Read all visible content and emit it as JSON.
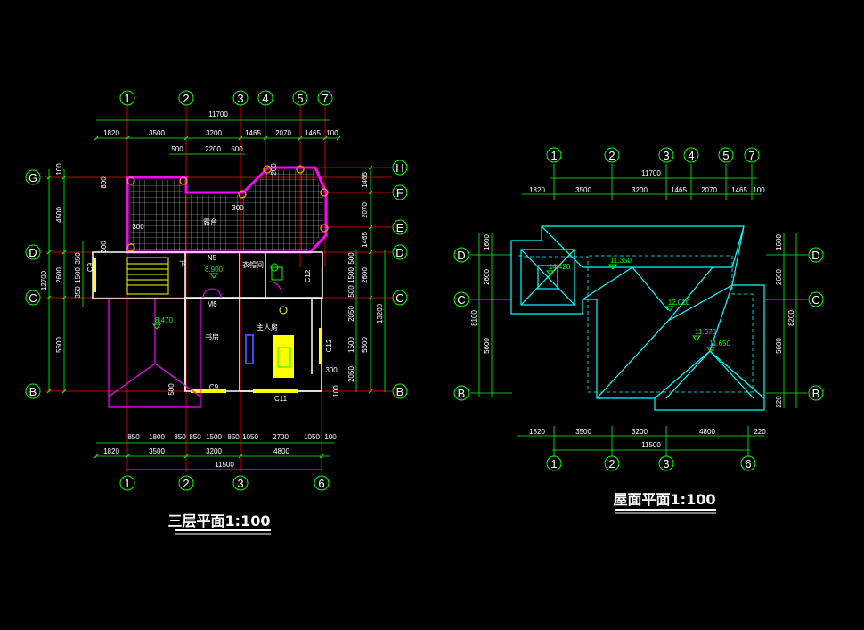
{
  "left_plan": {
    "title": "三层平面1:100",
    "top_axes": [
      "1",
      "2",
      "3",
      "4",
      "5",
      "7"
    ],
    "bottom_axes": [
      "1",
      "2",
      "3",
      "6"
    ],
    "row_axes_left": [
      "G",
      "D",
      "C",
      "B"
    ],
    "row_axes_right": [
      "H",
      "F",
      "E",
      "D",
      "C",
      "B"
    ],
    "top_overall": "11700",
    "top_dims": [
      "1820",
      "3500",
      "3200",
      "1465",
      "2070",
      "1465",
      "100"
    ],
    "top_dims2": [
      "500",
      "2200",
      "500"
    ],
    "bottom_dims1": [
      "850",
      "1800",
      "850",
      "850",
      "1500",
      "850",
      "1050",
      "2700",
      "1050",
      "100"
    ],
    "bottom_dims2": [
      "1820",
      "3500",
      "3200",
      "4800"
    ],
    "bottom_overall": "11500",
    "left_overall": "12700",
    "left_dims": [
      "100",
      "4500",
      "2600",
      "5600"
    ],
    "left_small": [
      "800",
      "300",
      "350",
      "1500",
      "350",
      "C9"
    ],
    "right_overall": "13200",
    "right_dims": [
      "1465",
      "2070",
      "1465",
      "2600",
      "5600"
    ],
    "right_small": [
      "500",
      "1500",
      "500",
      "2050",
      "1500",
      "2050",
      "100"
    ],
    "rooms": [
      "露台",
      "衣帽间",
      "书房",
      "主人房",
      "下"
    ],
    "labels": [
      "N5",
      "M6",
      "C9",
      "C11",
      "C12",
      "C12",
      "300",
      "300",
      "500",
      "200",
      "300"
    ],
    "levels": [
      "8.900",
      "8.470"
    ]
  },
  "right_plan": {
    "title": "屋面平面1:100",
    "top_axes": [
      "1",
      "2",
      "3",
      "4",
      "5",
      "7"
    ],
    "bottom_axes": [
      "1",
      "2",
      "3",
      "6"
    ],
    "row_axes_left": [
      "D",
      "C",
      "B"
    ],
    "row_axes_right": [
      "D",
      "C",
      "B"
    ],
    "top_overall": "11700",
    "top_dims": [
      "1820",
      "3500",
      "3200",
      "1465",
      "2070",
      "1465",
      "100"
    ],
    "bottom_dims": [
      "1820",
      "3500",
      "3200",
      "4800",
      "220"
    ],
    "bottom_overall": "11500",
    "left_dims": [
      "1600",
      "2600",
      "5600"
    ],
    "left_overall": "8100",
    "right_dims": [
      "1600",
      "2600",
      "5600",
      "220"
    ],
    "right_overall": "8200",
    "levels": [
      "14.420",
      "11.350",
      "12.010",
      "11.670",
      "11.650"
    ]
  },
  "colors": {
    "background": "#000000",
    "axis_line": "#ff0000",
    "dimension": "#00ff00",
    "wall": "#ffffff",
    "terrace": "#ff00ff",
    "roof": "#00ffff",
    "window": "#ffff00"
  }
}
